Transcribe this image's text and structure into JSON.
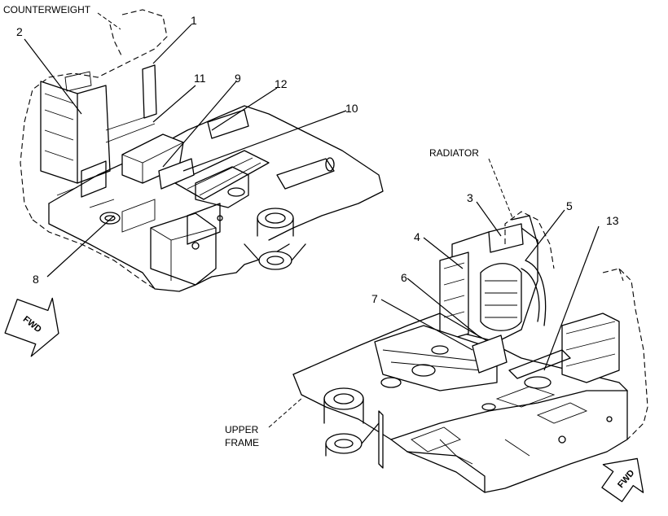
{
  "labels": {
    "counterweight": "COUNTERWEIGHT",
    "radiator": "RADIATOR",
    "upper_frame_line1": "UPPER",
    "upper_frame_line2": "FRAME",
    "fwd_left": "FWD",
    "fwd_right": "FWD"
  },
  "callouts": [
    "1",
    "2",
    "3",
    "4",
    "5",
    "6",
    "7",
    "8",
    "9",
    "10",
    "11",
    "12",
    "13"
  ]
}
